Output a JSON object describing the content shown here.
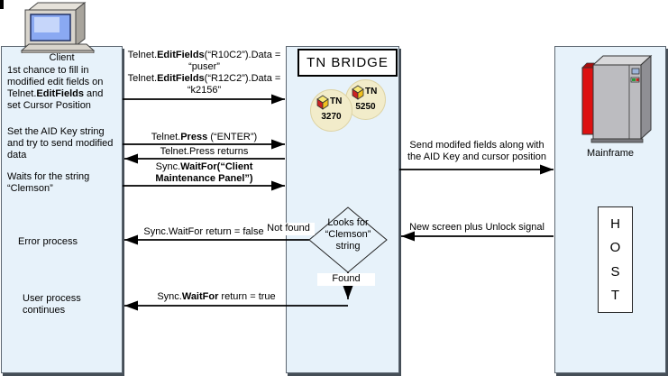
{
  "client": {
    "title": "Client",
    "block1": {
      "pre": "1st chance to fill in modified edit fields on Telnet.",
      "bold": "EditFields",
      "post": " and set Cursor Position"
    },
    "block2": "Set the AID Key string and try to send modified data",
    "block3": "Waits for the string “Clemson”",
    "block4": "Error process",
    "block5": "User process continues"
  },
  "bridge": {
    "title": "TN BRIDGE",
    "badge_3270": {
      "label": "TN",
      "number": "3270"
    },
    "badge_5250": {
      "label": "TN",
      "number": "5250"
    },
    "diamond": {
      "line1": "Looks for",
      "line2": "“Clemson”",
      "line3": "string"
    },
    "found": "Found",
    "not_found": "Not found"
  },
  "host": {
    "label": "Mainframe",
    "letters": {
      "l1": "H",
      "l2": "O",
      "l3": "S",
      "l4": "T"
    }
  },
  "messages": {
    "m1a": {
      "pre": "Telnet.",
      "bold": "EditFields",
      "post": "(“R10C2”).Data ="
    },
    "m1b": "“puser”",
    "m1c": {
      "pre": "Telnet.",
      "bold": "EditFields",
      "post": "(“R12C2”).Data ="
    },
    "m1d": "“k2156”",
    "m2": {
      "pre": "Telnet.",
      "bold": "Press",
      "post": " (“ENTER”)"
    },
    "m3": "Telnet.Press returns",
    "m4a": {
      "pre": "Sync.",
      "bold": "WaitFor(“Client",
      "post": ""
    },
    "m4b": {
      "pre": "",
      "bold": "Maintenance Panel”)",
      "post": ""
    },
    "m5": "Sync.WaitFor return = false",
    "m6": {
      "pre": "Sync.",
      "bold": "WaitFor",
      "post": " return = true"
    },
    "b1a": "Send modifed fields along with",
    "b1b": "the AID Key and cursor position",
    "b2": "New screen plus Unlock signal"
  },
  "colors": {
    "panel_bg": "#e7f2fa",
    "arrow": "#000000",
    "mainframe_red": "#dd1111",
    "screen_blue": "#8aa9f2"
  }
}
